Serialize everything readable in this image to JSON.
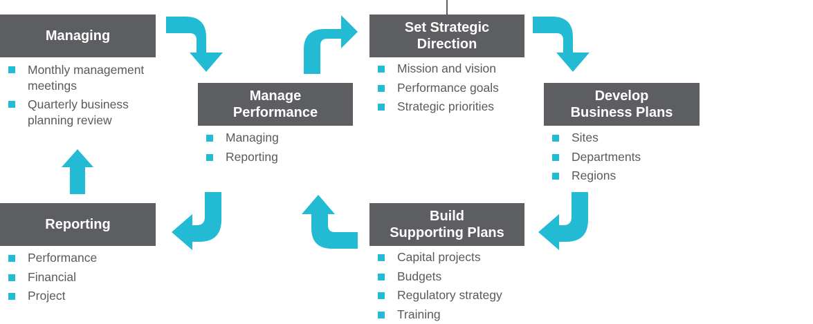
{
  "accent_color": "#23bbd4",
  "box_color": "#5d5e61",
  "stages": {
    "managing": {
      "title_lines": [
        "Managing"
      ],
      "items": [
        "Monthly management meetings",
        "Quarterly business planning review"
      ]
    },
    "manage_performance": {
      "title_lines": [
        "Manage",
        "Performance"
      ],
      "items": [
        "Managing",
        "Reporting"
      ]
    },
    "set_strategic_direction": {
      "title_lines": [
        "Set Strategic",
        "Direction"
      ],
      "items": [
        "Mission and vision",
        "Performance goals",
        "Strategic priorities"
      ]
    },
    "develop_business_plans": {
      "title_lines": [
        "Develop",
        "Business Plans"
      ],
      "items": [
        "Sites",
        "Departments",
        "Regions"
      ]
    },
    "build_supporting_plans": {
      "title_lines": [
        "Build",
        "Supporting Plans"
      ],
      "items": [
        "Capital projects",
        "Budgets",
        "Regulatory strategy",
        "Training"
      ]
    },
    "reporting": {
      "title_lines": [
        "Reporting"
      ],
      "items": [
        "Performance",
        "Financial",
        "Project"
      ]
    }
  },
  "arrows": [
    {
      "from": "managing",
      "to": "manage_performance",
      "icon": "curved-arrow-right-down"
    },
    {
      "from": "manage_performance",
      "to": "set_strategic_direction",
      "icon": "curved-arrow-up-right"
    },
    {
      "from": "set_strategic_direction",
      "to": "develop_business_plans",
      "icon": "curved-arrow-right-down"
    },
    {
      "from": "develop_business_plans",
      "to": "build_supporting_plans",
      "icon": "curved-arrow-down-left"
    },
    {
      "from": "build_supporting_plans",
      "to": "manage_performance",
      "icon": "curved-arrow-left-up"
    },
    {
      "from": "manage_performance",
      "to": "reporting",
      "icon": "curved-arrow-down-left"
    },
    {
      "from": "reporting",
      "to": "managing",
      "icon": "straight-arrow-up"
    }
  ]
}
